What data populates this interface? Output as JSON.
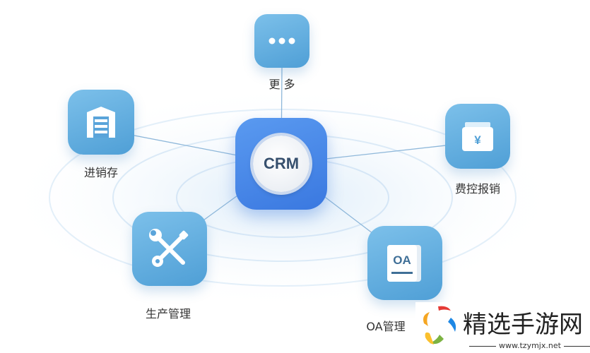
{
  "center": {
    "label": "CRM"
  },
  "nodes": [
    {
      "id": "more",
      "label": "更 多",
      "icon": "more-dots-icon"
    },
    {
      "id": "inventory",
      "label": "进销存",
      "icon": "warehouse-icon"
    },
    {
      "id": "expense",
      "label": "费控报销",
      "icon": "yen-wallet-icon"
    },
    {
      "id": "production",
      "label": "生产管理",
      "icon": "wrench-screwdriver-icon"
    },
    {
      "id": "oa",
      "label": "OA管理",
      "icon": "oa-book-icon",
      "icon_text": "OA"
    }
  ],
  "watermark": {
    "title": "精选手游网",
    "url": "www.tzymjx.net"
  },
  "colors": {
    "tile": "#5fa9dd",
    "center": "#3f82e8",
    "line": "#8fb8da"
  }
}
